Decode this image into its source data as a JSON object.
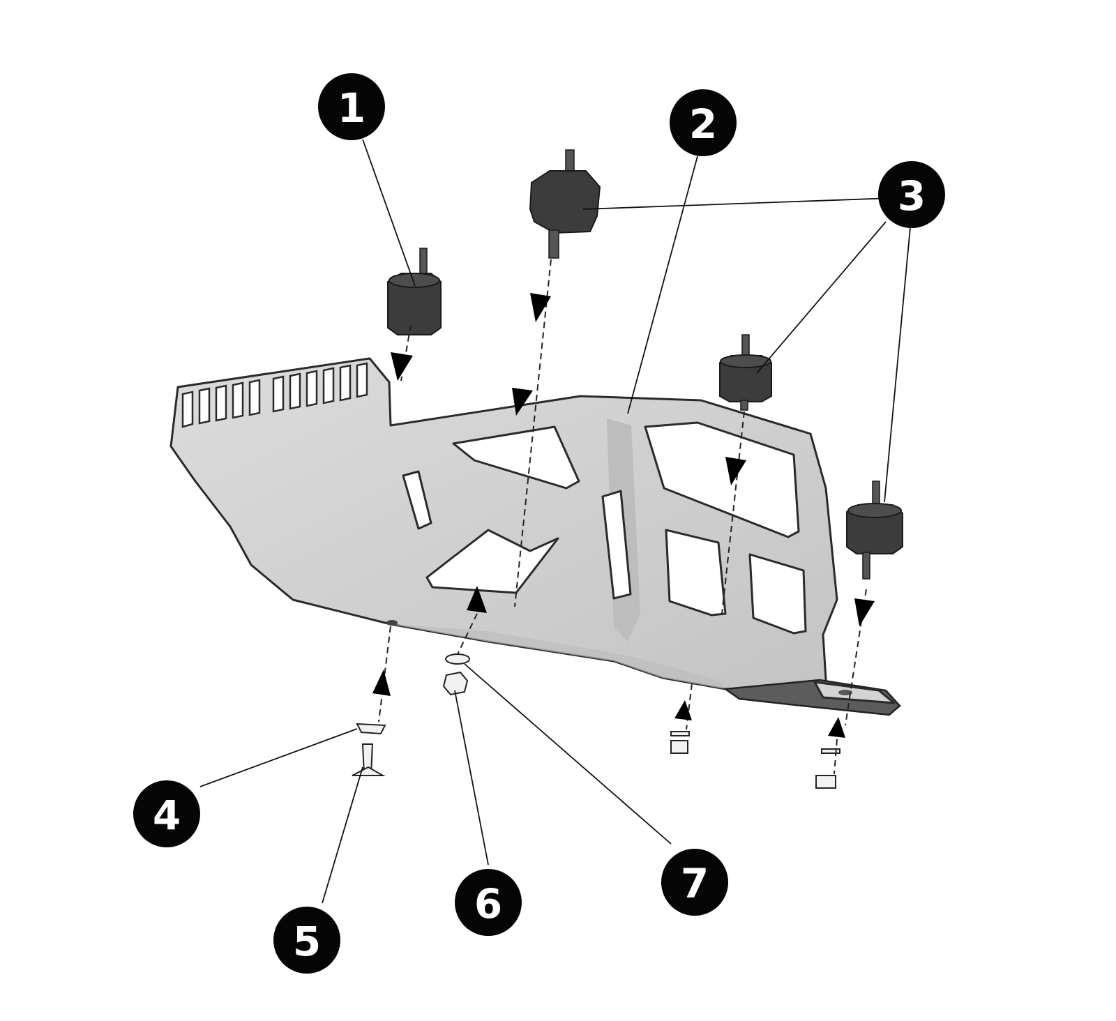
{
  "callouts": [
    {
      "label": "1"
    },
    {
      "label": "2"
    },
    {
      "label": "3"
    },
    {
      "label": "4"
    },
    {
      "label": "5"
    },
    {
      "label": "6"
    },
    {
      "label": "7"
    }
  ],
  "colors": {
    "callout_fill": "#050505",
    "callout_text": "#ffffff",
    "plate": "#d3d3d3",
    "rubber_mount": "#3c3c3c"
  }
}
